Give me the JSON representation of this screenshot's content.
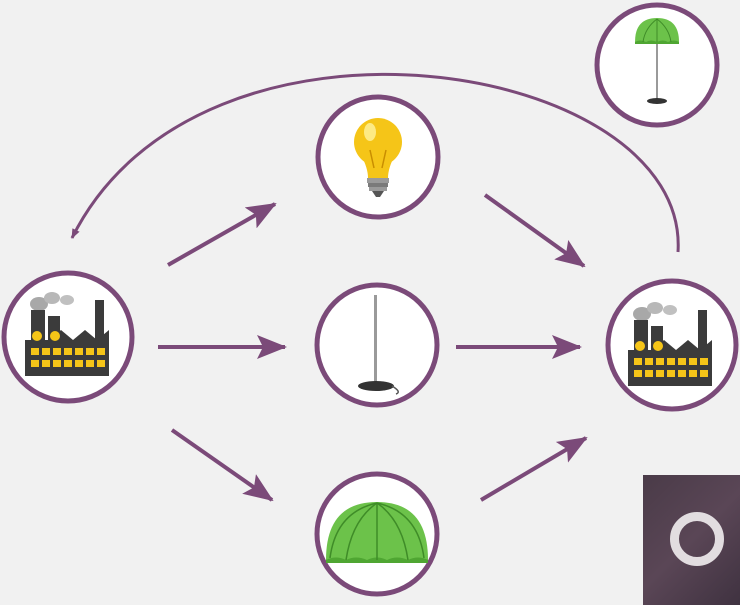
{
  "diagram": {
    "nodes": [
      {
        "id": "factory-left",
        "icon": "factory-icon"
      },
      {
        "id": "lightbulb",
        "icon": "lightbulb-icon"
      },
      {
        "id": "lamp-pole",
        "icon": "lamp-pole-icon"
      },
      {
        "id": "lampshade",
        "icon": "lampshade-icon"
      },
      {
        "id": "factory-right",
        "icon": "factory-icon"
      },
      {
        "id": "floor-lamp",
        "icon": "floor-lamp-icon"
      }
    ],
    "edges": [
      {
        "from": "factory-left",
        "to": "lightbulb"
      },
      {
        "from": "factory-left",
        "to": "lamp-pole"
      },
      {
        "from": "factory-left",
        "to": "lampshade"
      },
      {
        "from": "lightbulb",
        "to": "factory-right"
      },
      {
        "from": "lamp-pole",
        "to": "factory-right"
      },
      {
        "from": "lampshade",
        "to": "factory-right"
      },
      {
        "from": "factory-right",
        "to": "factory-left"
      }
    ]
  },
  "colors": {
    "ring": "#7b4a79",
    "arrow": "#7b4a79",
    "factory_body": "#3b3b3b",
    "factory_windows": "#f5c518",
    "bulb": "#f5c518",
    "shade_green": "#6cc24a",
    "smoke": "#a8a8a8"
  },
  "overlay": {
    "icon": "loading-ring-icon"
  }
}
